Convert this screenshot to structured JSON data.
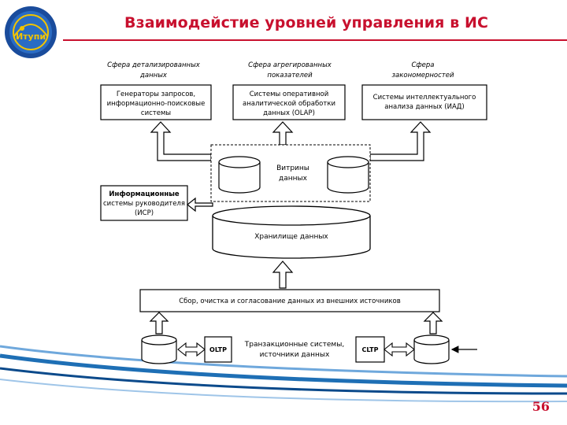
{
  "slide": {
    "title": "Взаимодейстие уровней управления в ИС",
    "page_number": "56",
    "logo_text": "Итупи"
  },
  "spheres": {
    "left": [
      "Сфера детализированных",
      "данных"
    ],
    "middle": [
      "Сфера агрегированных",
      "показателей"
    ],
    "right": [
      "Сфера",
      "закономерностей"
    ]
  },
  "boxes": {
    "query_generators": [
      "Генераторы запросов,",
      "информационно-поисковые",
      "системы"
    ],
    "olap": [
      "Системы оперативной",
      "аналитической обработки",
      "данных (OLAP)"
    ],
    "iad": [
      "Системы интеллектуального",
      "анализа данных (ИАД)"
    ],
    "isr": [
      "Информационные",
      "системы руководителя",
      "(ИСР)"
    ],
    "collection": "Сбор, очистка и согласование данных из внешних источников",
    "oltp": "OLTP",
    "cltp": "CLTP",
    "transactional": [
      "Транзакционные системы,",
      "источники данных"
    ]
  },
  "storage": {
    "marts": [
      "Витрины",
      "данных"
    ],
    "warehouse": "Хранилище данных"
  },
  "colors": {
    "title": "#c8102e",
    "accent_blue": "#1e6fb5"
  }
}
